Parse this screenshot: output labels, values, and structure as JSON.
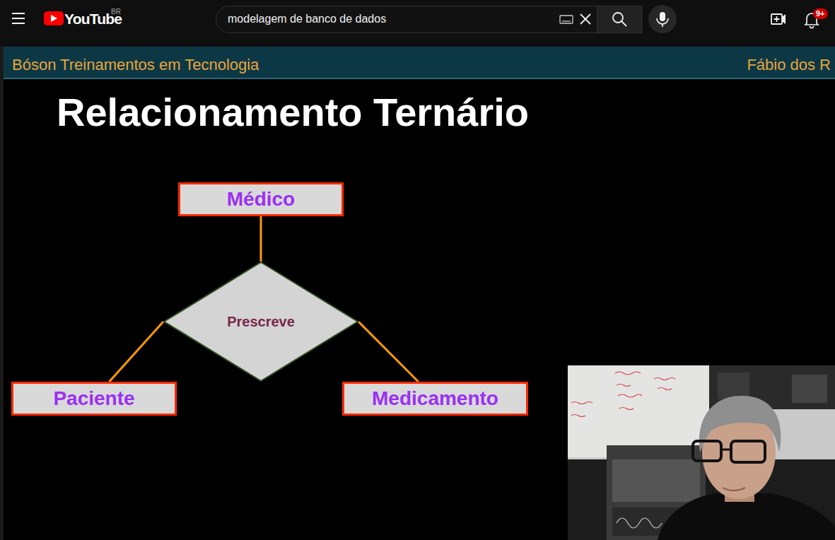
{
  "diagram": {
    "title": "Relacionamento Ternário",
    "nodes": [
      {
        "text": [
          "Médico"
        ]
      },
      {
        "text": [
          "Prescreve"
        ]
      },
      {
        "text": [
          "Paciente"
        ]
      },
      {
        "text": [
          "Medicamento"
        ]
      }
    ],
    "edges": [
      {
        "from": 0,
        "to": 1,
        "arrow": "none"
      },
      {
        "from": 1,
        "to": 2,
        "arrow": "none"
      },
      {
        "from": 1,
        "to": 3,
        "arrow": "none"
      }
    ],
    "labels": [
      "YouTube",
      "BR",
      "modelagem de banco de dados",
      "9+",
      "Bóson Treinamentos em Tecnologia",
      "Fábio dos R"
    ]
  }
}
